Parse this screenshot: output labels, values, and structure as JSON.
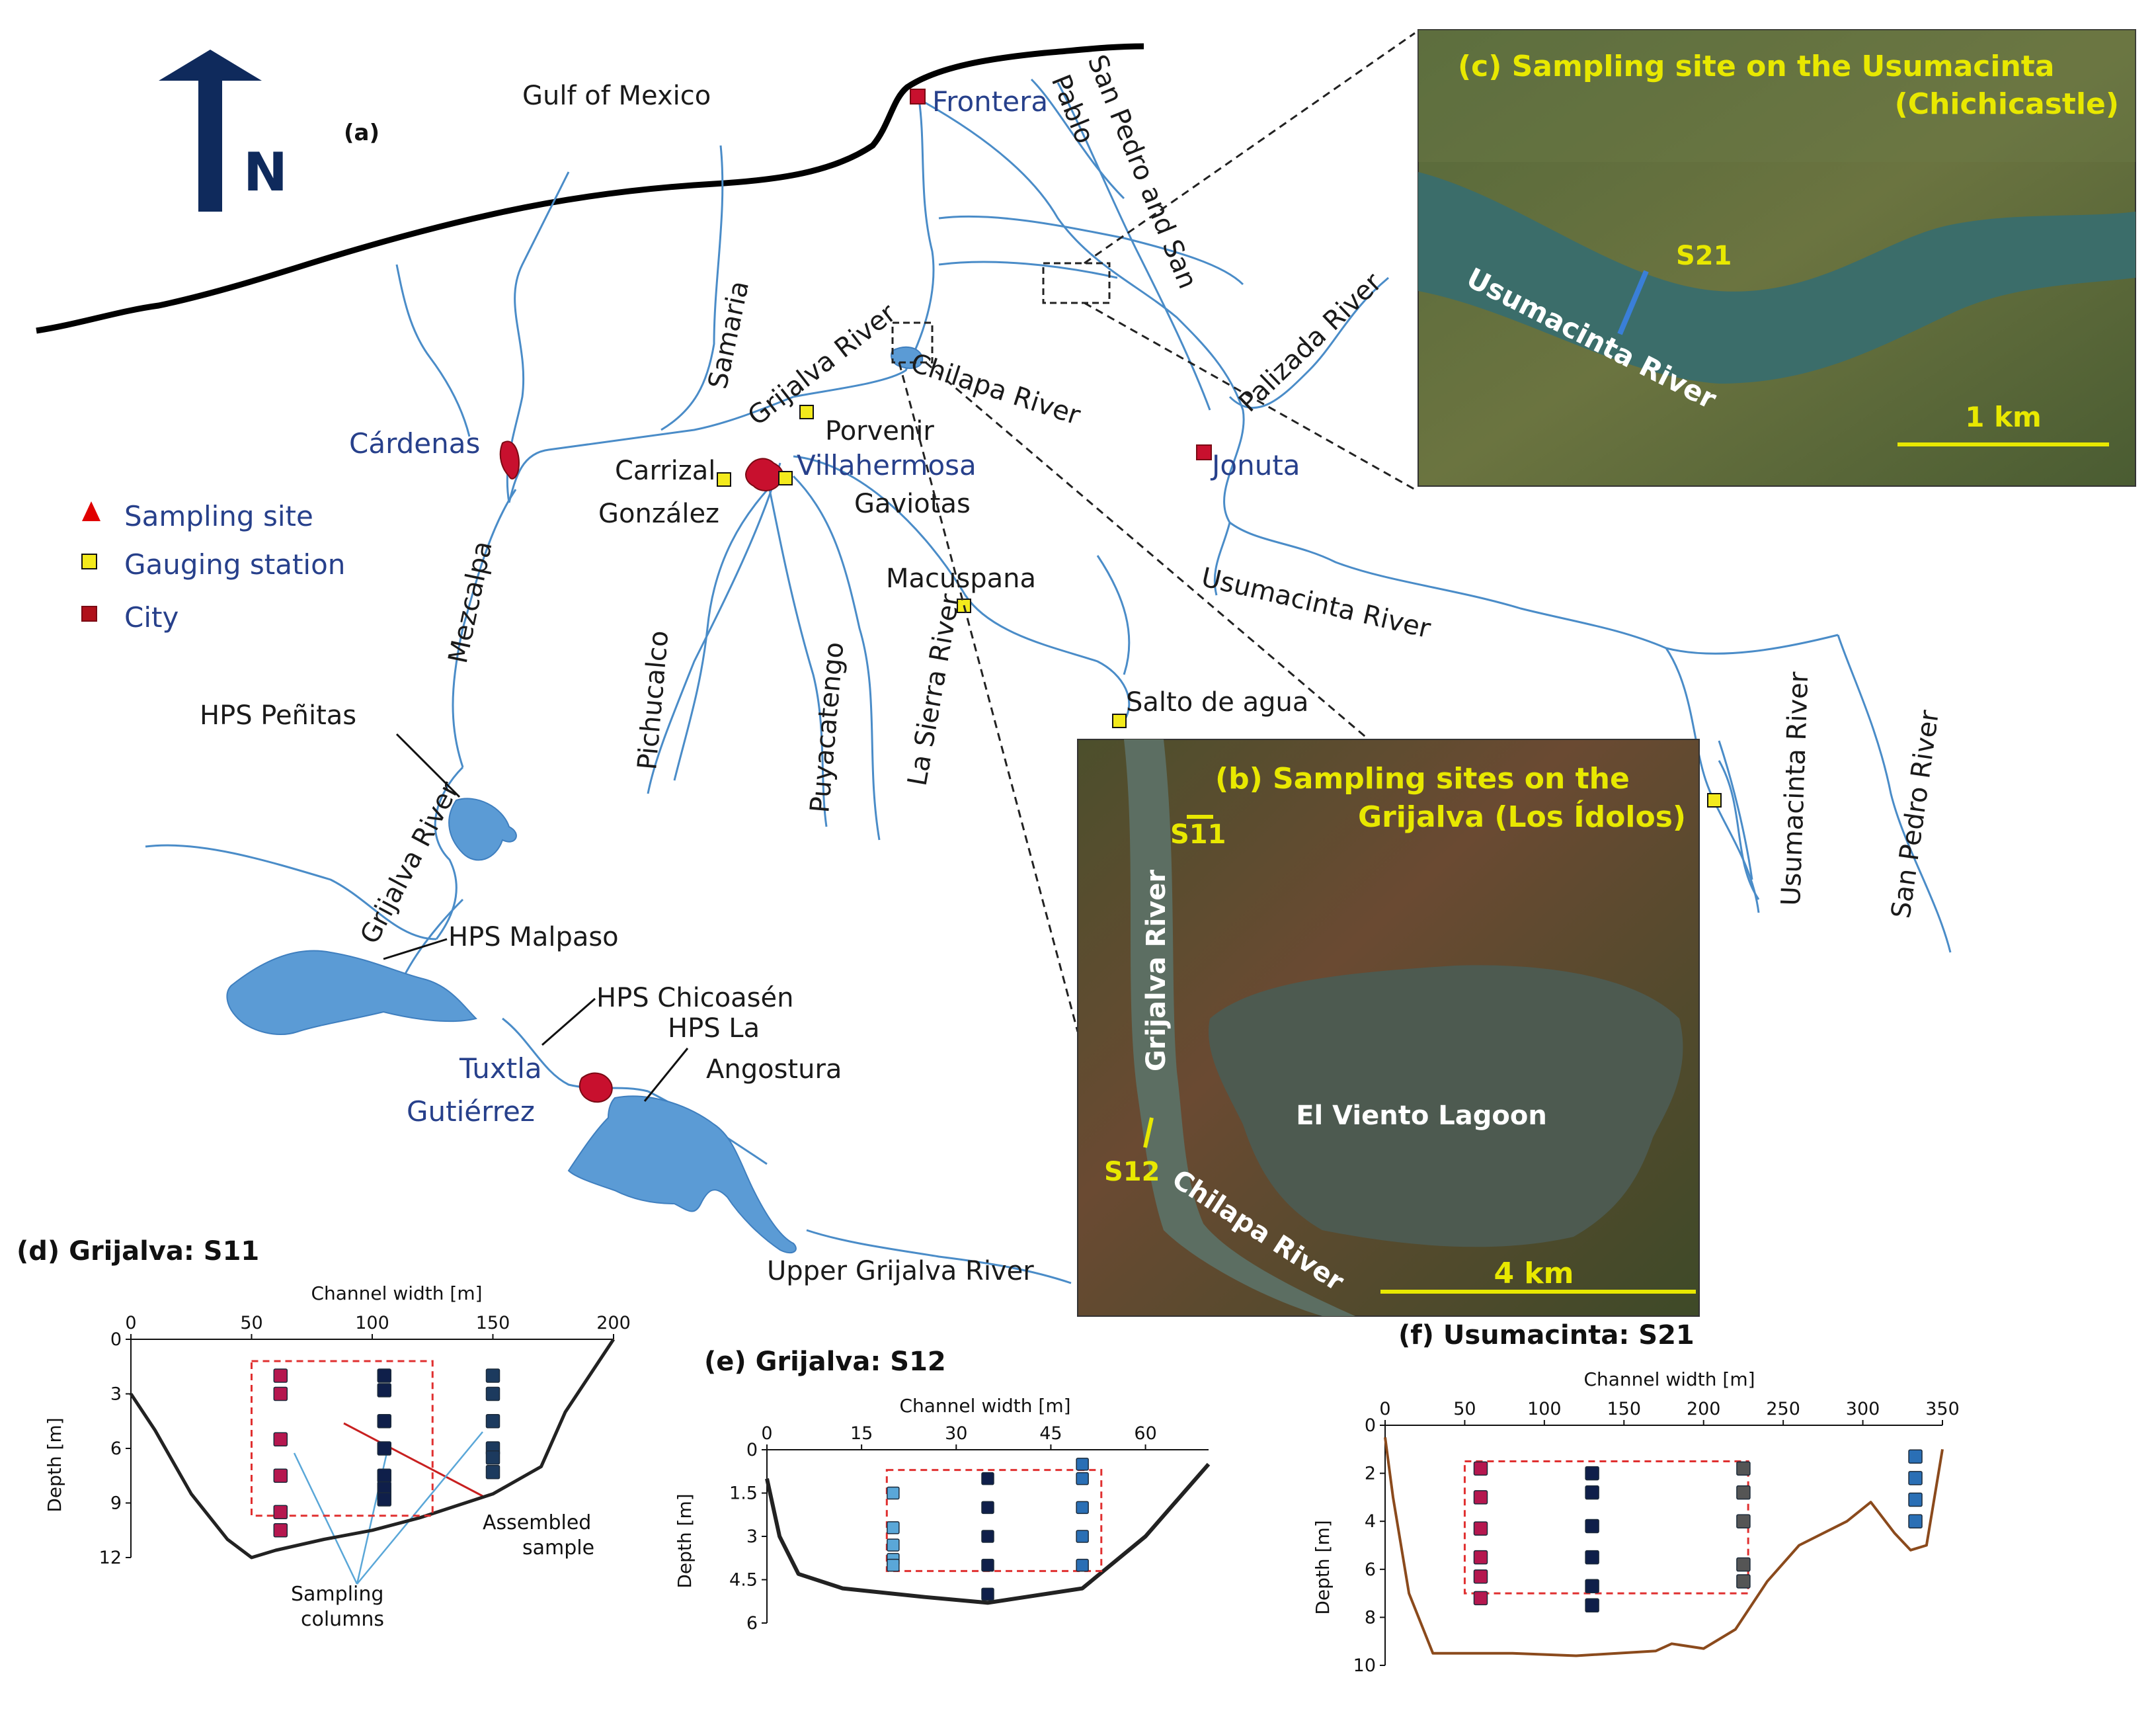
{
  "map": {
    "panel_label": "(a)",
    "north_label": "N",
    "gulf_label": "Gulf  of Mexico",
    "cities": {
      "frontera": "Frontera",
      "cardenas": "Cárdenas",
      "villahermosa": "Villahermosa",
      "jonuta": "Jonuta",
      "tuxtla_1": "Tuxtla",
      "tuxtla_2": "Gutiérrez"
    },
    "stations": {
      "porvenir": "Porvenir",
      "carrizal": "Carrizal",
      "gonzalez": "González",
      "gaviotas": "Gaviotas",
      "macuspana": "Macuspana",
      "salto": "Salto de agua"
    },
    "rivers": {
      "san_pablo_1": "San Pedro and San",
      "san_pablo_2": "Pablo",
      "samaria": "Samaria",
      "grijalva_top": "Grijalva River",
      "chilapa": "Chilapa River",
      "palizada": "Palizada River",
      "mezcalpa": "Mezcalpa",
      "usumacinta_main": "Usumacinta River",
      "pichucalco": "Pichucalco",
      "puyacatengo": "Puyacatengo",
      "la_sierra": "La Sierra River",
      "grijalva_lower": "Grijalva River",
      "usumacinta_right": "Usumacinta River",
      "san_pedro": "San Pedro River",
      "upper_grijalva": "Upper Grijalva River"
    },
    "hps": {
      "penitas": "HPS Peñitas",
      "malpaso": "HPS Malpaso",
      "chicoasen": "HPS Chicoasén",
      "angostura_1": "HPS La",
      "angostura_2": "Angostura"
    },
    "legend": [
      {
        "label": "Sampling site",
        "symbol": "triangle",
        "color": "#e00000"
      },
      {
        "label": "Gauging station",
        "symbol": "square",
        "color": "#f3ea1c"
      },
      {
        "label": "City",
        "symbol": "square",
        "color": "#b0101a"
      }
    ],
    "colors": {
      "river": "#4a8cc8",
      "water_body": "#5b9bd5",
      "city": "#c8102e",
      "coast": "#000000"
    }
  },
  "inset_b": {
    "title_1": "(b) Sampling sites on the",
    "title_2": "Grijalva (Los Ídolos)",
    "s11": "S11",
    "s12": "S12",
    "grijalva": "Grijalva River",
    "chilapa": "Chilapa River",
    "lagoon": "El Viento Lagoon",
    "scale": "4 km"
  },
  "inset_c": {
    "title_1": "(c) Sampling site on the Usumacinta",
    "title_2": "(Chichicastle)",
    "s21": "S21",
    "river": "Usumacinta River",
    "scale": "1 km"
  },
  "chart_data": [
    {
      "type": "scatter",
      "title": "(d) Grijalva: S11",
      "xlabel": "Channel width [m]",
      "ylabel": "Depth [m]",
      "xlim": [
        0,
        200
      ],
      "ylim": [
        0,
        12
      ],
      "x_ticks": [
        "0",
        "50",
        "100",
        "150",
        "200"
      ],
      "y_ticks": [
        "0",
        "3",
        "6",
        "9",
        "12"
      ],
      "bed_profile": [
        [
          0,
          3
        ],
        [
          10,
          5
        ],
        [
          25,
          8.5
        ],
        [
          40,
          11
        ],
        [
          50,
          12
        ],
        [
          60,
          11.6
        ],
        [
          80,
          11
        ],
        [
          100,
          10.5
        ],
        [
          120,
          9.8
        ],
        [
          150,
          8.5
        ],
        [
          170,
          7
        ],
        [
          180,
          4
        ],
        [
          190,
          2
        ],
        [
          200,
          0
        ]
      ],
      "series": [
        {
          "color": "#b5174f",
          "points": [
            [
              62,
              2
            ],
            [
              62,
              3
            ],
            [
              62,
              5.5
            ],
            [
              62,
              7.5
            ],
            [
              62,
              9.5
            ],
            [
              62,
              10.5
            ]
          ]
        },
        {
          "color": "#0f1f4a",
          "points": [
            [
              105,
              2
            ],
            [
              105,
              2.8
            ],
            [
              105,
              4.5
            ],
            [
              105,
              6
            ],
            [
              105,
              7.5
            ],
            [
              105,
              8.2
            ],
            [
              105,
              8.8
            ]
          ]
        },
        {
          "color": "#1c3a5e",
          "points": [
            [
              150,
              2
            ],
            [
              150,
              3
            ],
            [
              150,
              4.5
            ],
            [
              150,
              6
            ],
            [
              150,
              6.5
            ],
            [
              150,
              7.3
            ]
          ]
        }
      ],
      "assembled_box": {
        "x": [
          50,
          125
        ],
        "y": [
          1.2,
          9.7
        ]
      },
      "annotations": [
        "Assembled",
        "sample",
        "Sampling",
        "columns"
      ]
    },
    {
      "type": "scatter",
      "title": "(e) Grijalva: S12",
      "xlabel": "Channel width [m]",
      "ylabel": "Depth [m]",
      "xlim": [
        0,
        70
      ],
      "ylim": [
        0,
        6
      ],
      "x_ticks": [
        "0",
        "15",
        "30",
        "45",
        "60"
      ],
      "y_ticks": [
        "0",
        "1.5",
        "3",
        "4.5",
        "6"
      ],
      "bed_profile": [
        [
          0,
          1
        ],
        [
          2,
          3
        ],
        [
          5,
          4.3
        ],
        [
          12,
          4.8
        ],
        [
          25,
          5.1
        ],
        [
          35,
          5.3
        ],
        [
          50,
          4.8
        ],
        [
          60,
          3
        ],
        [
          66,
          1.5
        ],
        [
          70,
          0.5
        ]
      ],
      "series": [
        {
          "color": "#5aa7d8",
          "points": [
            [
              20,
              1.5
            ],
            [
              20,
              2.7
            ],
            [
              20,
              3.3
            ],
            [
              20,
              3.8
            ],
            [
              20,
              4
            ]
          ]
        },
        {
          "color": "#0f1f4a",
          "points": [
            [
              35,
              1
            ],
            [
              35,
              2
            ],
            [
              35,
              3
            ],
            [
              35,
              4
            ],
            [
              35,
              5
            ]
          ]
        },
        {
          "color": "#2a6fb5",
          "points": [
            [
              50,
              0.5
            ],
            [
              50,
              1
            ],
            [
              50,
              2
            ],
            [
              50,
              3
            ],
            [
              50,
              4
            ]
          ]
        }
      ],
      "assembled_box": {
        "x": [
          19,
          53
        ],
        "y": [
          0.7,
          4.2
        ]
      }
    },
    {
      "type": "scatter",
      "title": "(f) Usumacinta: S21",
      "xlabel": "Channel width [m]",
      "ylabel": "Depth [m]",
      "xlim": [
        0,
        350
      ],
      "ylim": [
        0,
        10
      ],
      "x_ticks": [
        "0",
        "50",
        "100",
        "150",
        "200",
        "250",
        "300",
        "350"
      ],
      "y_ticks": [
        "0",
        "2",
        "4",
        "6",
        "8",
        "10"
      ],
      "bed_profile": [
        [
          0,
          0.5
        ],
        [
          5,
          3
        ],
        [
          15,
          7
        ],
        [
          30,
          9.5
        ],
        [
          80,
          9.5
        ],
        [
          120,
          9.6
        ],
        [
          170,
          9.4
        ],
        [
          180,
          9.1
        ],
        [
          200,
          9.3
        ],
        [
          220,
          8.5
        ],
        [
          240,
          6.5
        ],
        [
          260,
          5
        ],
        [
          290,
          4
        ],
        [
          305,
          3.2
        ],
        [
          320,
          4.5
        ],
        [
          330,
          5.2
        ],
        [
          340,
          5
        ],
        [
          350,
          1
        ]
      ],
      "series": [
        {
          "color": "#b5174f",
          "points": [
            [
              60,
              1.8
            ],
            [
              60,
              3
            ],
            [
              60,
              4.3
            ],
            [
              60,
              5.5
            ],
            [
              60,
              6.3
            ],
            [
              60,
              7.2
            ]
          ]
        },
        {
          "color": "#0f1f4a",
          "points": [
            [
              130,
              2
            ],
            [
              130,
              2.8
            ],
            [
              130,
              4.2
            ],
            [
              130,
              5.5
            ],
            [
              130,
              6.7
            ],
            [
              130,
              7.5
            ]
          ]
        },
        {
          "color": "#555555",
          "points": [
            [
              225,
              1.8
            ],
            [
              225,
              2.8
            ],
            [
              225,
              4
            ],
            [
              225,
              5.8
            ],
            [
              225,
              6.5
            ]
          ]
        },
        {
          "color": "#2a6fb5",
          "points": [
            [
              333,
              1.3
            ],
            [
              333,
              2.2
            ],
            [
              333,
              3.1
            ],
            [
              333,
              4
            ]
          ]
        }
      ],
      "assembled_box": {
        "x": [
          50,
          228
        ],
        "y": [
          1.5,
          7
        ]
      }
    }
  ]
}
